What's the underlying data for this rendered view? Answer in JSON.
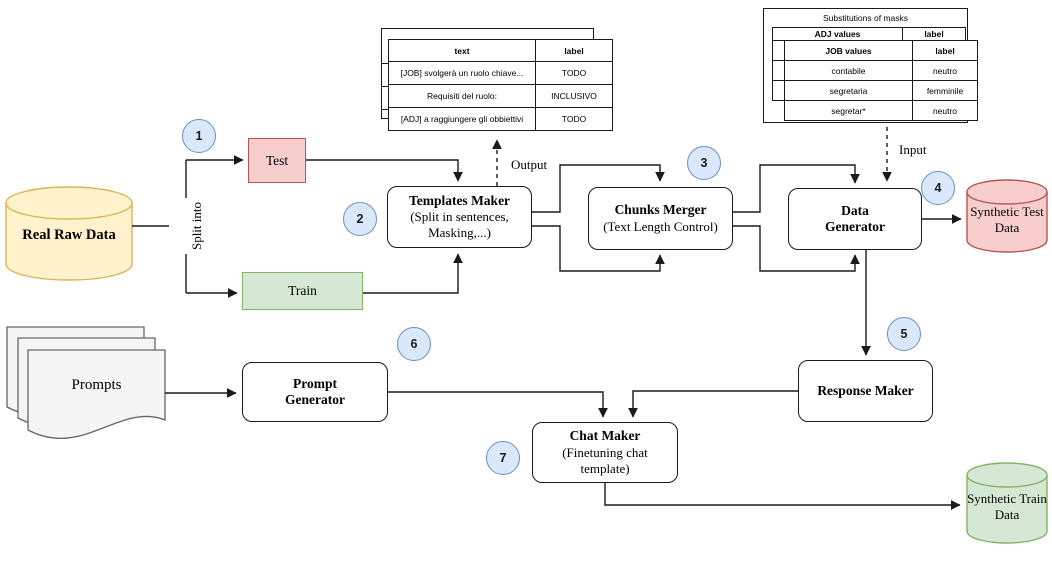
{
  "nodes": {
    "real_raw_data": {
      "label": "Real Raw Data"
    },
    "test": {
      "label": "Test"
    },
    "train": {
      "label": "Train"
    },
    "templates_maker": {
      "title": "Templates Maker",
      "subtitle": "(Split in sentences, Masking,...)"
    },
    "chunks_merger": {
      "title": "Chunks Merger",
      "subtitle": "(Text Length Control)"
    },
    "data_generator": {
      "title": "Data Generator"
    },
    "synthetic_test_data": {
      "label": "Synthetic Test Data"
    },
    "prompts": {
      "label": "Prompts"
    },
    "prompt_generator": {
      "title": "Prompt Generator"
    },
    "response_maker": {
      "title": "Response Maker"
    },
    "chat_maker": {
      "title": "Chat Maker",
      "subtitle": "(Finetuning chat template)"
    },
    "synthetic_train_data": {
      "label": "Synthetic Train Data"
    }
  },
  "steps": [
    "1",
    "2",
    "3",
    "4",
    "5",
    "6",
    "7"
  ],
  "edge_labels": {
    "split_into": "Split into",
    "output": "Output",
    "input": "Input"
  },
  "tables": {
    "templates_preview": {
      "headers": [
        "text",
        "label"
      ],
      "rows": [
        [
          "[JOB] svolgerà un ruolo chiave...",
          "TODO"
        ],
        [
          "Requisiti del ruolo:",
          "INCLUSIVO"
        ],
        [
          "[ADJ] a raggiungere gli obbiettivi",
          "TODO"
        ]
      ]
    },
    "substitutions": {
      "title": "Substitutions of masks",
      "back_headers": [
        "ADJ values",
        "label"
      ],
      "headers": [
        "JOB values",
        "label"
      ],
      "rows": [
        [
          "contabile",
          "neutro"
        ],
        [
          "segretaria",
          "femminile"
        ],
        [
          "segretar*",
          "neutro"
        ]
      ]
    }
  },
  "colors": {
    "red_fill": "#f8cecc",
    "red_stroke": "#b85450",
    "green_fill": "#d5e8d4",
    "green_stroke": "#82b366",
    "yellow_fill": "#fff2cc",
    "yellow_stroke": "#d6b656",
    "step_fill": "#dae8fc",
    "step_stroke": "#6c8ebf",
    "document_fill": "#f5f5f5",
    "connector": "#1a1a1a"
  }
}
